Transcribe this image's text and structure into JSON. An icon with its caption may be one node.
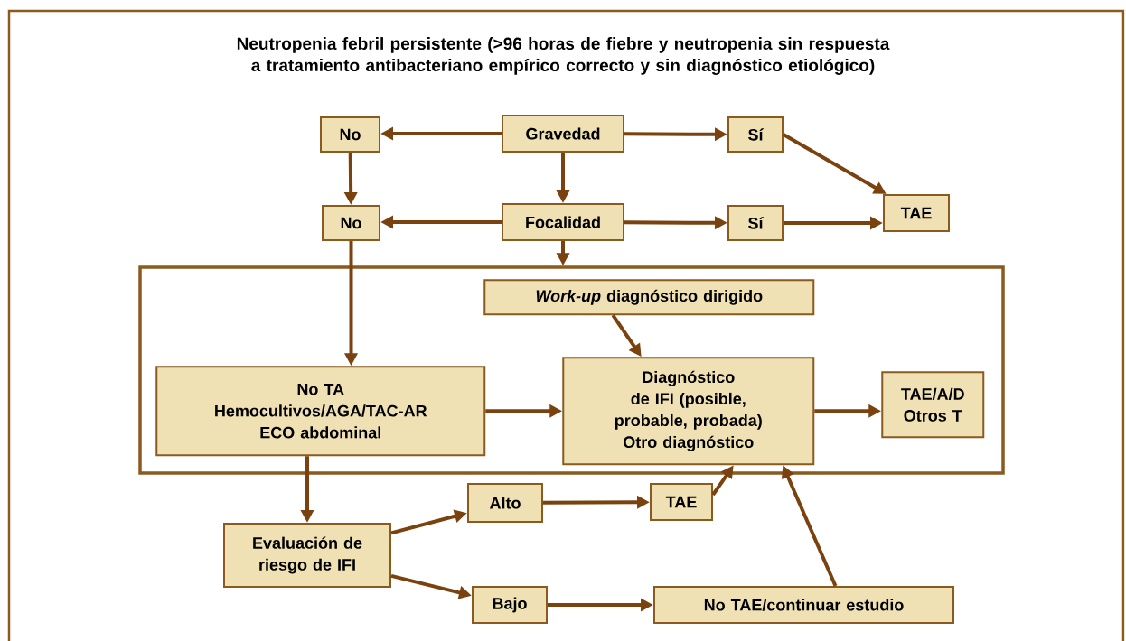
{
  "diagram": {
    "title": "Neutropenia febril persistente (>96 horas de fiebre y neutropenia sin respuesta a tratamiento antibacteriano empírico correcto y sin diagnóstico etiológico)",
    "nodes": [
      {
        "text": [
          "Gravedad"
        ]
      },
      {
        "text": [
          "No"
        ]
      },
      {
        "text": [
          "Sí"
        ]
      },
      {
        "text": [
          "TAE"
        ]
      },
      {
        "text": [
          "Focalidad"
        ]
      },
      {
        "text": [
          "No"
        ]
      },
      {
        "text": [
          "Sí"
        ]
      },
      {
        "text": [],
        "shape": "box"
      },
      {
        "text": [
          "*Work-up* diagnóstico dirigido"
        ],
        "in": 7
      },
      {
        "text": [
          "No TA",
          "Hemocultivos/AGA/TAC-AR",
          "ECO abdominal"
        ],
        "in": 7
      },
      {
        "text": [
          "Diagnóstico de IFI (posible, probable, probada)",
          "Otro diagnóstico"
        ],
        "in": 7
      },
      {
        "text": [
          "TAE/A/D",
          "Otros T"
        ],
        "in": 7
      },
      {
        "text": [
          "Evaluación de riesgo de IFI"
        ]
      },
      {
        "text": [
          "Alto"
        ]
      },
      {
        "text": [
          "TAE"
        ]
      },
      {
        "text": [
          "Bajo"
        ]
      },
      {
        "text": [
          "No TAE/continuar estudio"
        ]
      }
    ],
    "edges": [
      {
        "from": 0,
        "to": 1,
        "arrow": "to"
      },
      {
        "from": 0,
        "to": 2,
        "arrow": "to"
      },
      {
        "from": 2,
        "to": 3,
        "arrow": "to"
      },
      {
        "from": 0,
        "to": 4,
        "arrow": "to"
      },
      {
        "from": 1,
        "to": 5,
        "arrow": "to"
      },
      {
        "from": 4,
        "to": 5,
        "arrow": "to"
      },
      {
        "from": 4,
        "to": 6,
        "arrow": "to"
      },
      {
        "from": 6,
        "to": 3,
        "arrow": "to"
      },
      {
        "from": 4,
        "to": 7,
        "arrow": "to"
      },
      {
        "from": 5,
        "to": 9,
        "arrow": "to"
      },
      {
        "from": 8,
        "to": 10,
        "arrow": "to"
      },
      {
        "from": 9,
        "to": 10,
        "arrow": "to"
      },
      {
        "from": 10,
        "to": 11,
        "arrow": "to"
      },
      {
        "from": 9,
        "to": 12,
        "arrow": "to"
      },
      {
        "from": 12,
        "to": 13,
        "arrow": "to"
      },
      {
        "from": 12,
        "to": 15,
        "arrow": "to"
      },
      {
        "from": 13,
        "to": 14,
        "arrow": "to"
      },
      {
        "from": 14,
        "to": 10,
        "arrow": "to"
      },
      {
        "from": 15,
        "to": 16,
        "arrow": "to"
      },
      {
        "from": 16,
        "to": 10,
        "arrow": "to"
      }
    ]
  }
}
